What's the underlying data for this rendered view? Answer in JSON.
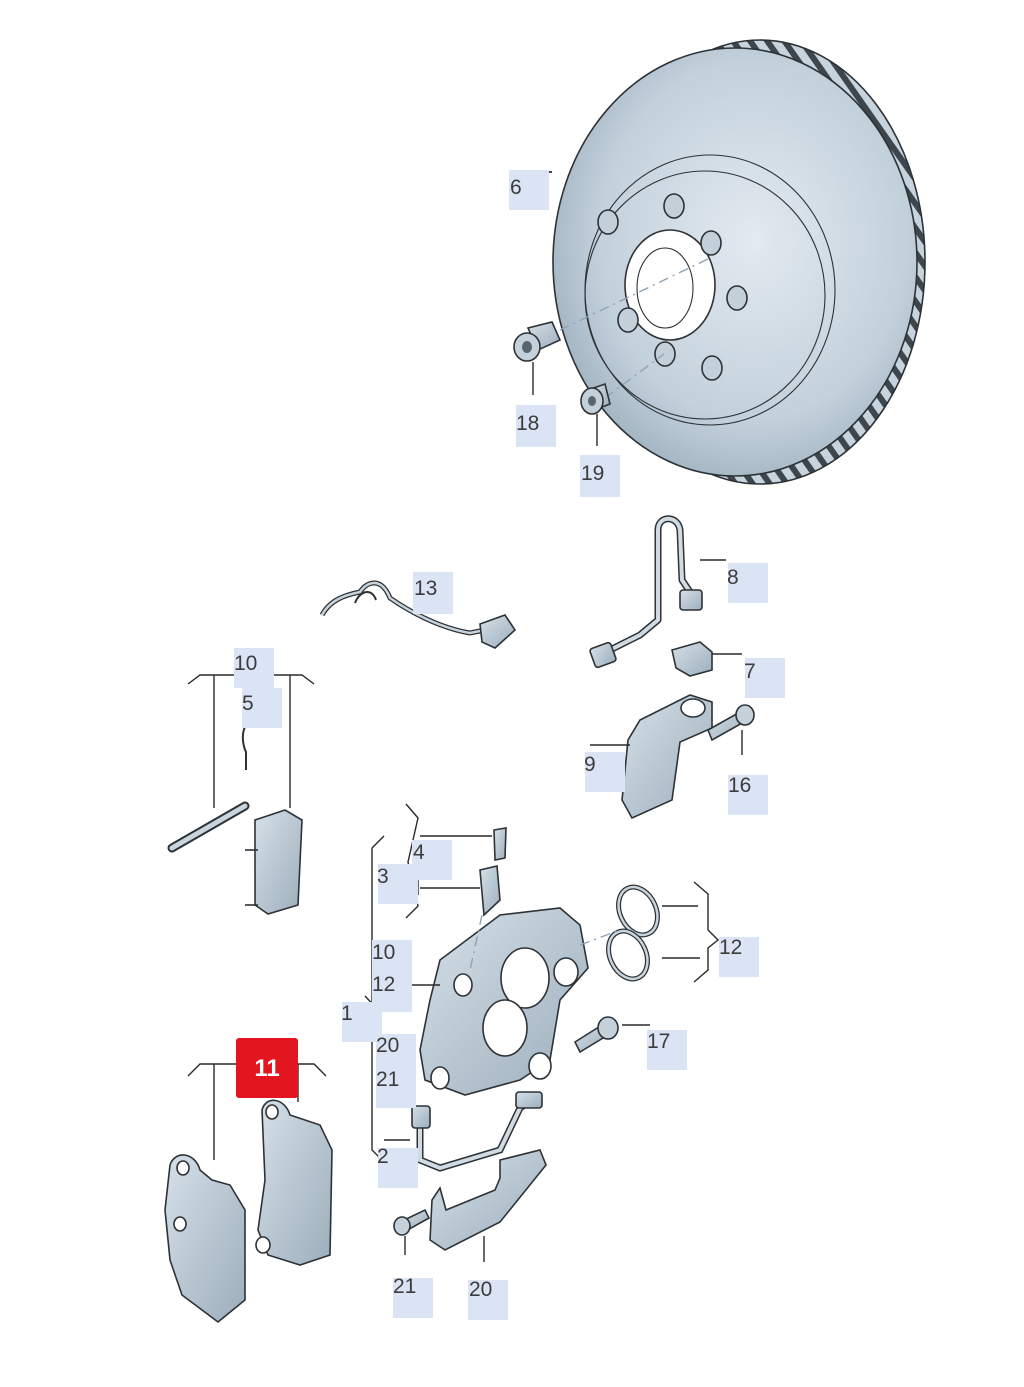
{
  "callouts": {
    "c6": "6",
    "c18": "18",
    "c19": "19",
    "c13": "13",
    "c8": "8",
    "c7": "7",
    "c10a": "10",
    "c5": "5",
    "c9": "9",
    "c16": "16",
    "c4": "4",
    "c3": "3",
    "c12a": "12",
    "c10b": "10",
    "c12b": "12",
    "c1": "1",
    "c20a": "20",
    "c21a": "21",
    "c17": "17",
    "c11": "11",
    "c2": "2",
    "c21b": "21",
    "c20b": "20"
  },
  "colors": {
    "highlight": "#e3151e",
    "label_bg": "#dbe4f4",
    "part_fill": "#b8c8d4",
    "part_light": "#dbe5ec",
    "part_dark": "#8fa2b1"
  }
}
